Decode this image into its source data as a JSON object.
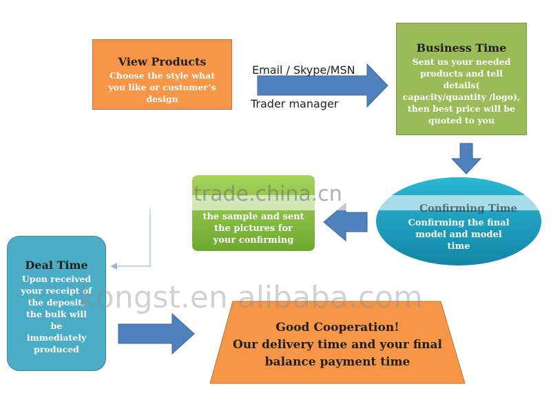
{
  "view_products": {
    "title": "View Products",
    "text": "Choose the style what you like or customer’s design"
  },
  "arrow_labels": {
    "top": "Email / Skype/MSN",
    "bottom": "Trader manager"
  },
  "business_time": {
    "title": "Business Time",
    "text": "Sent us your needed products and tell details( capacity/quantity /logo), then best price will be quoted to you"
  },
  "confirming_time": {
    "title_partial": "Confirming Time",
    "text": "Confirming the final model and model time"
  },
  "sample": {
    "text": "the sample and sent the pictures for your confirming"
  },
  "deal_time": {
    "title": "Deal Time",
    "text": "Upon received your receipt of the deposit, the bulk will be immediately produced"
  },
  "good_cooperation": {
    "line1": "Good Cooperation!",
    "line2": "Our delivery time and your final",
    "line3": "balance payment  time"
  },
  "watermarks": {
    "top": "trade.china.cn",
    "bottom": "kongst.en.alibaba.com"
  },
  "colors": {
    "orange": "#f79646",
    "green": "#9bbb59",
    "teal": "#4bacc6",
    "arrow_blue": "#4f81bd"
  }
}
